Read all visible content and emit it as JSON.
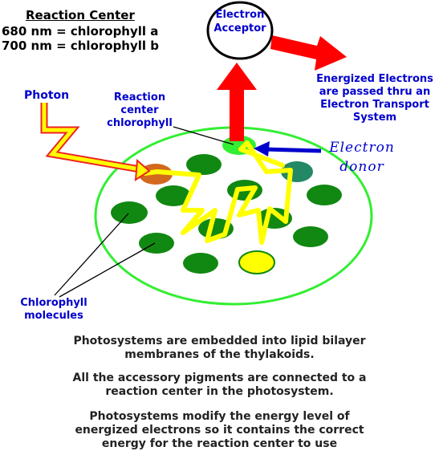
{
  "reaction_center": {
    "title": "Reaction Center",
    "lines": [
      "680 nm = chlorophyll a",
      "700 nm = chlorophyll b"
    ]
  },
  "labels": {
    "electron_acceptor": [
      "Electron",
      "Acceptor"
    ],
    "energized": [
      "Energized Electrons",
      "are passed thru an",
      "Electron Transport",
      "System"
    ],
    "photon": "Photon",
    "reaction_center_chlorophyll": [
      "Reaction",
      "center",
      "chlorophyll"
    ],
    "electron_donor": [
      "Electron",
      "donor"
    ],
    "chlorophyll_molecules": [
      "Chlorophyll",
      "molecules"
    ]
  },
  "paragraphs": [
    [
      "Photosystems are embedded into lipid bilayer",
      "membranes of the thylakoids."
    ],
    [
      "All the accessory pigments are connected to a",
      "reaction center in the photosystem."
    ],
    [
      "Photosystems modify the energy level of",
      "energized electrons so it contains the correct",
      "energy for the reaction center to use"
    ]
  ],
  "colors": {
    "chlorophyll": "#118811",
    "reaction_center": "#33ee33",
    "accessory_orange": "#d2691e",
    "accessory_teal": "#228866",
    "accessory_yellow": "#ffff00",
    "membrane_ring": "#33ee33",
    "arrow_red": "#ff0000",
    "photon_yellow": "#ffff00",
    "photon_outline": "#ee2222",
    "text_blue": "#0000cc"
  }
}
